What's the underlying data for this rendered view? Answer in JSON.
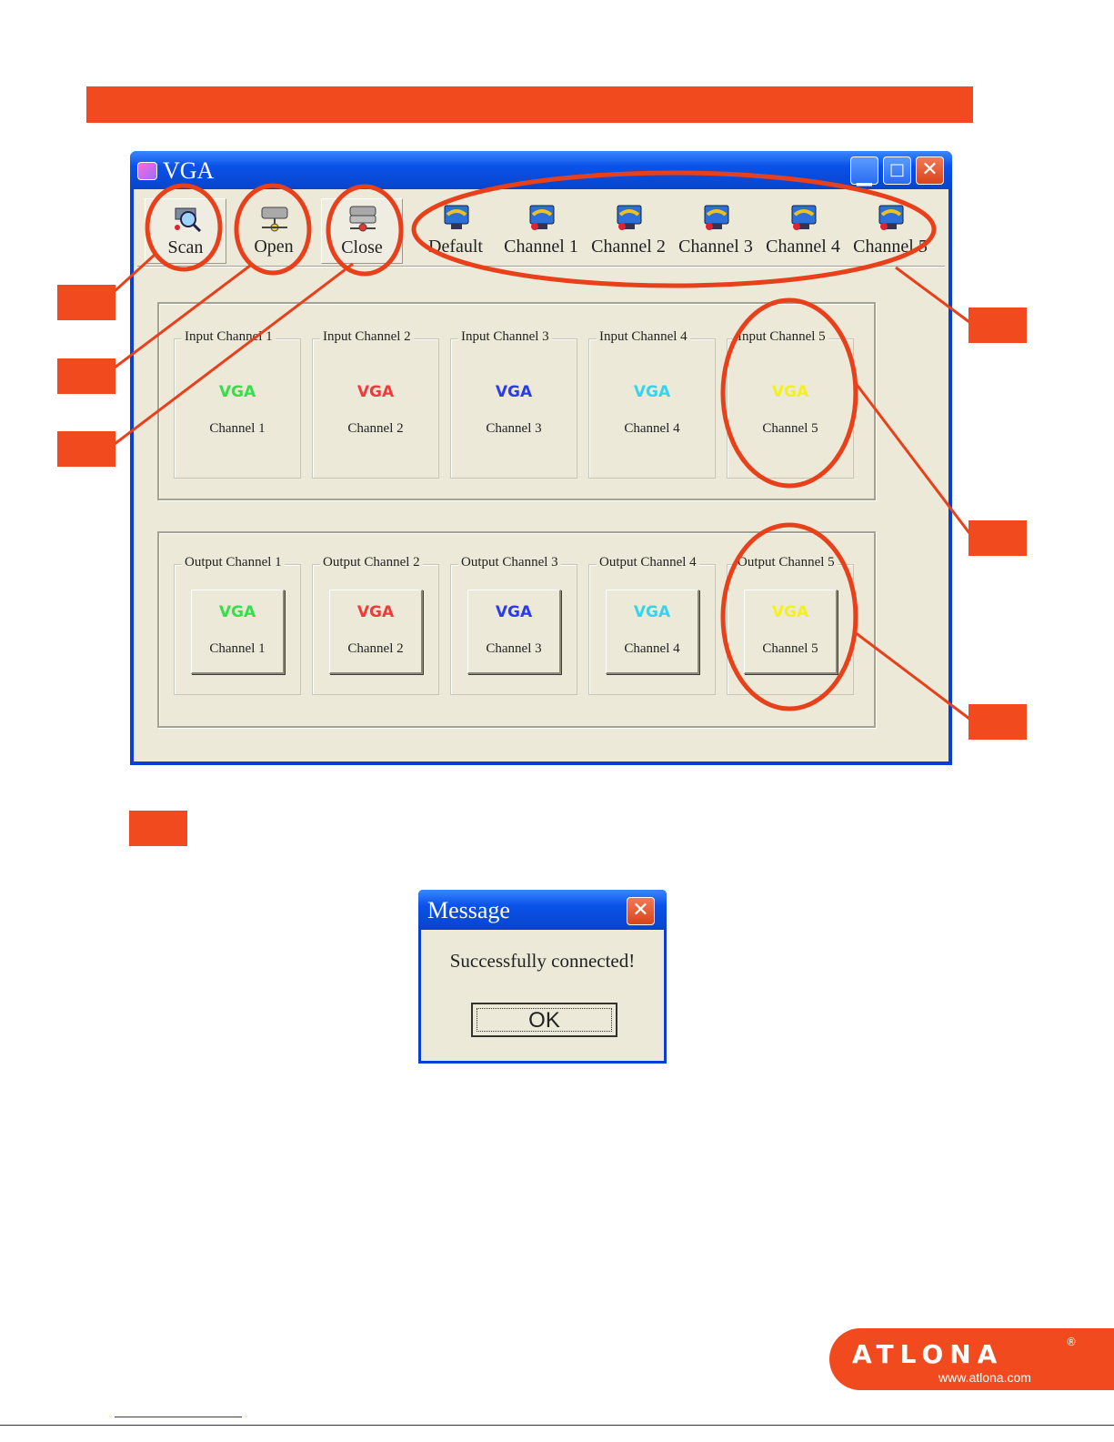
{
  "window": {
    "title": "VGA"
  },
  "toolbar": [
    {
      "label": "Scan",
      "icon": "scan-icon"
    },
    {
      "label": "Open",
      "icon": "open-icon"
    },
    {
      "label": "Close",
      "icon": "close-connection-icon"
    },
    {
      "label": "Default",
      "icon": "monitor-icon"
    },
    {
      "label": "Channel 1",
      "icon": "monitor-icon"
    },
    {
      "label": "Channel 2",
      "icon": "monitor-icon"
    },
    {
      "label": "Channel 3",
      "icon": "monitor-icon"
    },
    {
      "label": "Channel 4",
      "icon": "monitor-icon"
    },
    {
      "label": "Channel 5",
      "icon": "monitor-icon"
    }
  ],
  "inputs": [
    {
      "title": "Input Channel 1",
      "signal": "VGA",
      "channel": "Channel 1",
      "color": "#33e04a"
    },
    {
      "title": "Input Channel 2",
      "signal": "VGA",
      "channel": "Channel 2",
      "color": "#f03a3a"
    },
    {
      "title": "Input Channel 3",
      "signal": "VGA",
      "channel": "Channel 3",
      "color": "#2a3aef"
    },
    {
      "title": "Input Channel 4",
      "signal": "VGA",
      "channel": "Channel 4",
      "color": "#35d4ee"
    },
    {
      "title": "Input Channel 5",
      "signal": "VGA",
      "channel": "Channel 5",
      "color": "#f2f21a"
    }
  ],
  "outputs": [
    {
      "title": "Output Channel 1",
      "signal": "VGA",
      "channel": "Channel 1",
      "color": "#33e04a"
    },
    {
      "title": "Output Channel 2",
      "signal": "VGA",
      "channel": "Channel 2",
      "color": "#f03a3a"
    },
    {
      "title": "Output Channel 3",
      "signal": "VGA",
      "channel": "Channel 3",
      "color": "#2a3aef"
    },
    {
      "title": "Output Channel 4",
      "signal": "VGA",
      "channel": "Channel 4",
      "color": "#35d4ee"
    },
    {
      "title": "Output Channel 5",
      "signal": "VGA",
      "channel": "Channel 5",
      "color": "#f2f21a"
    }
  ],
  "message": {
    "title": "Message",
    "text": "Successfully connected!",
    "ok_label": "OK"
  },
  "logo": {
    "name": "ATLONA",
    "reg": "®",
    "url": "www.atlona.com"
  },
  "colors": {
    "accent": "#f04a1e",
    "xp_blue": "#0a52e8",
    "dialog_bg": "#ece9d8"
  }
}
